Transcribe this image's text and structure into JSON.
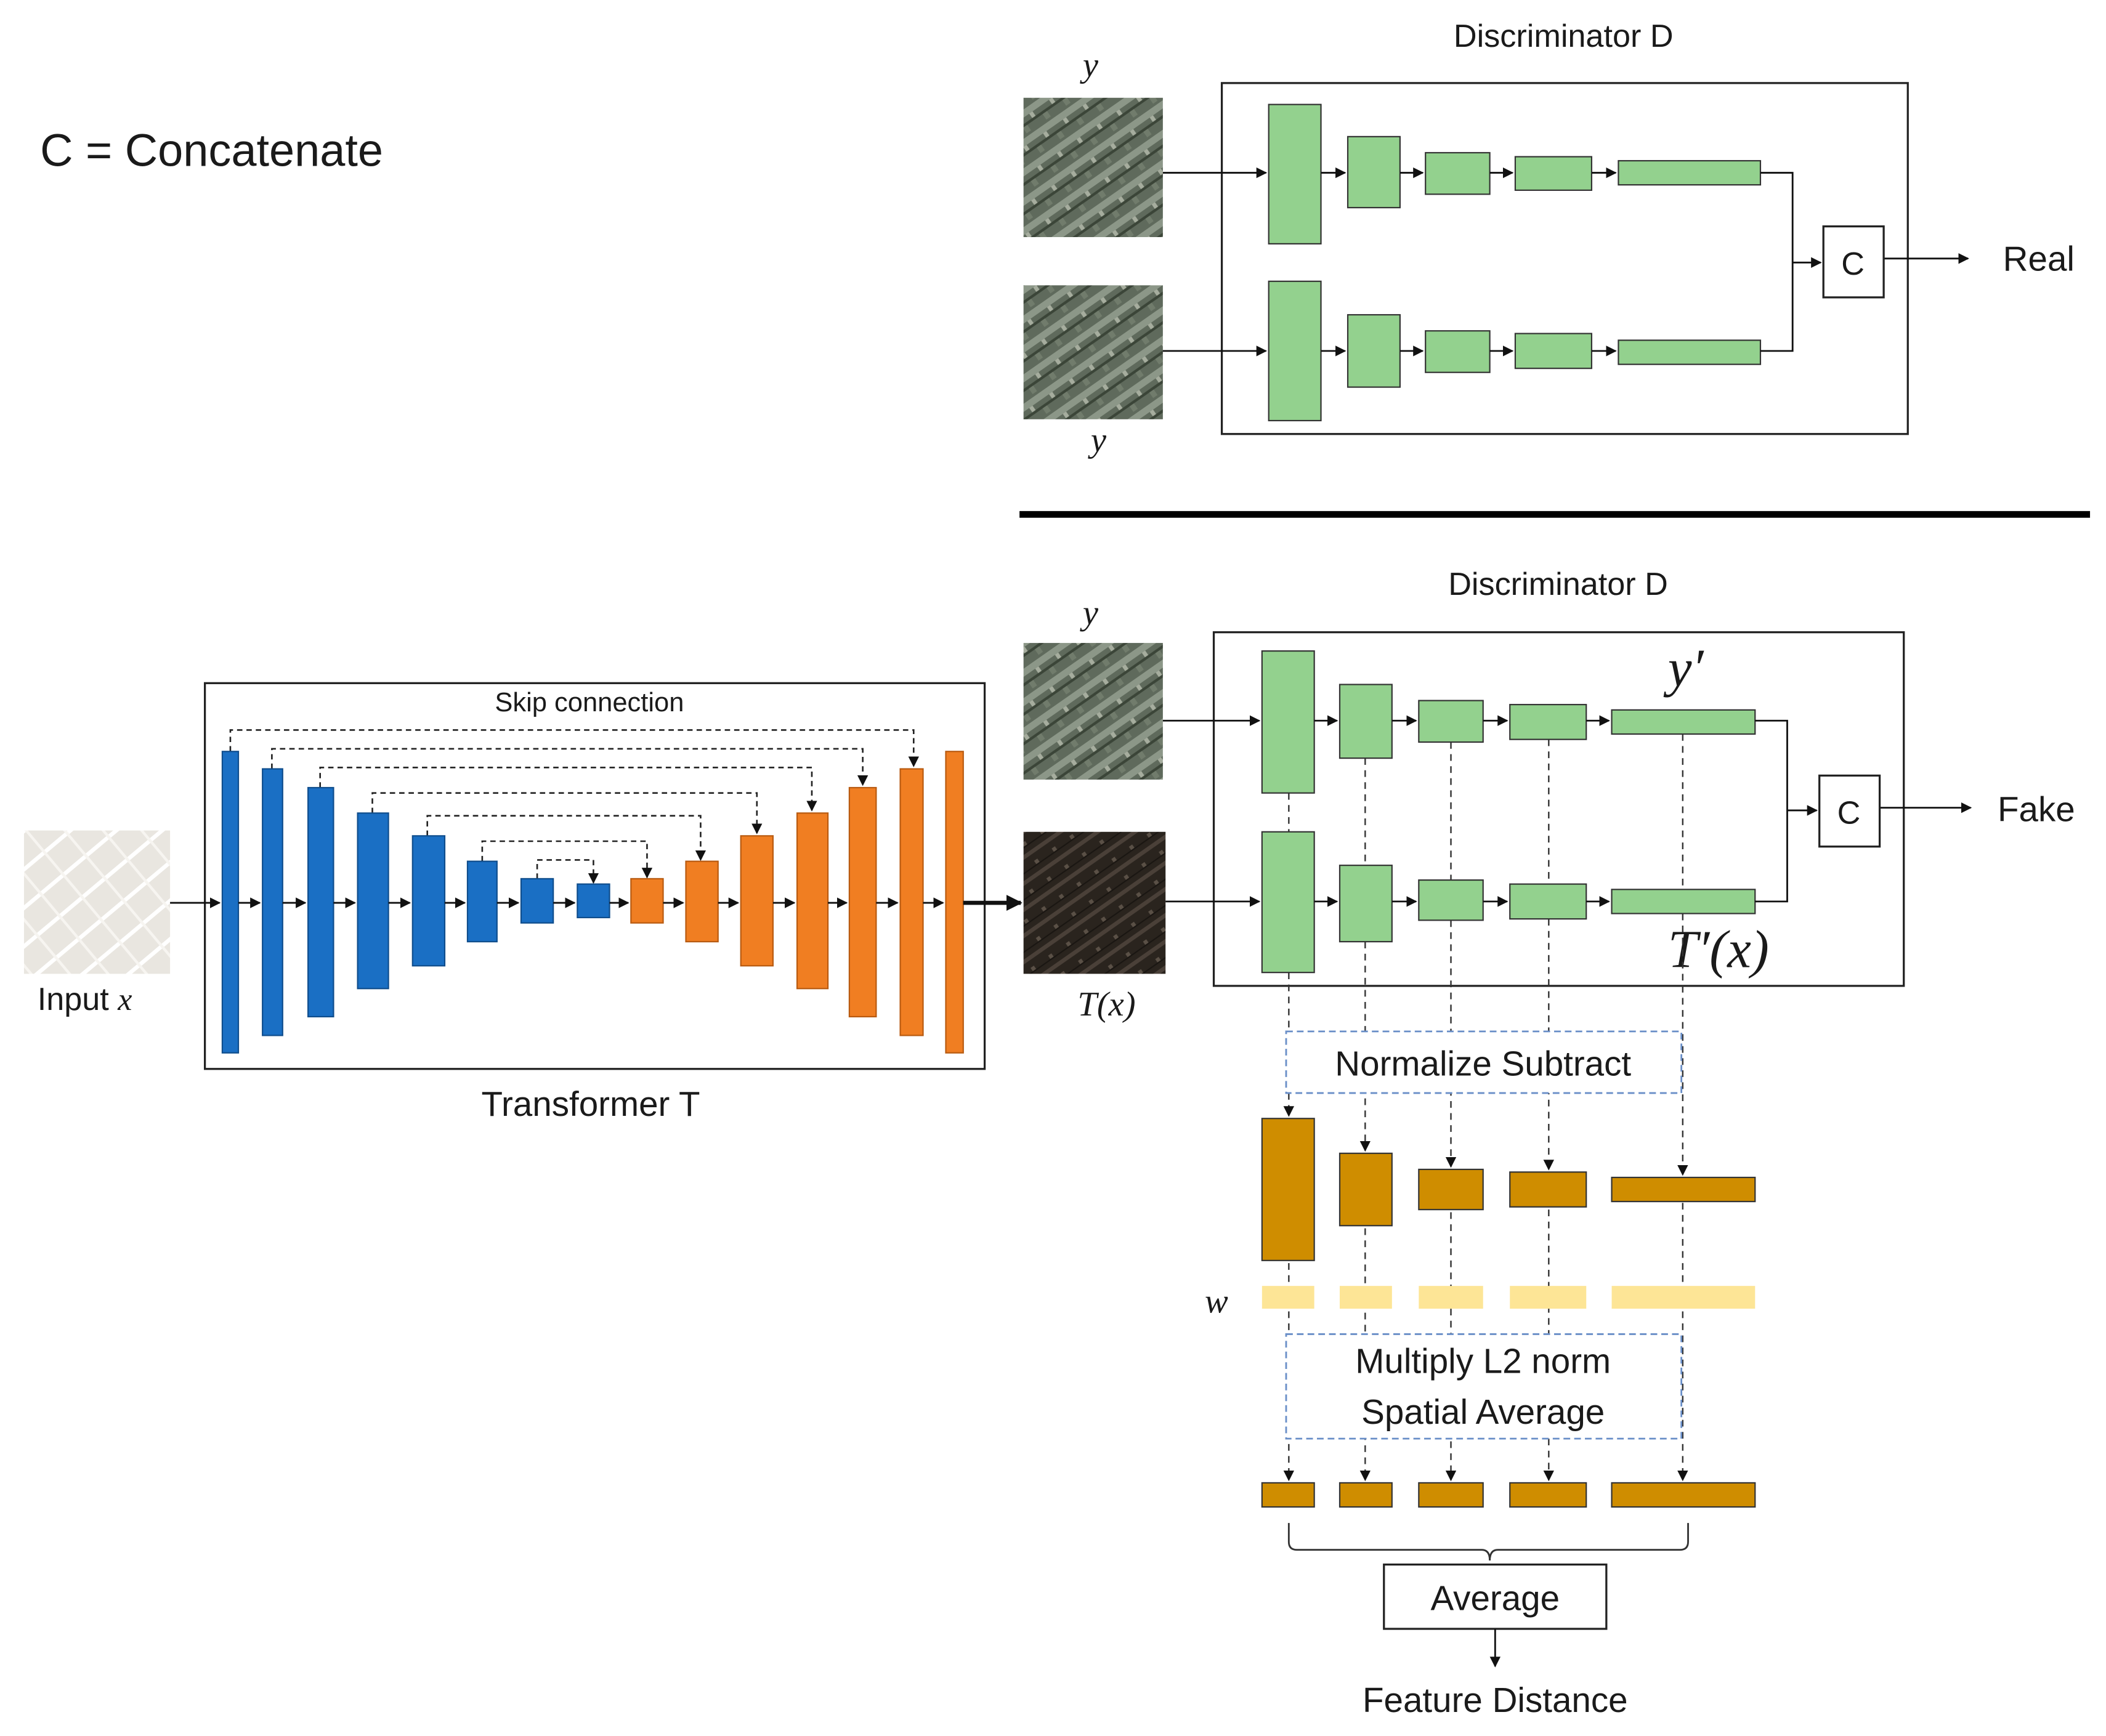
{
  "legend": {
    "text": "C = Concatenate"
  },
  "disc_real": {
    "title": "Discriminator D",
    "input_top_label": "y",
    "input_bottom_label": "y",
    "concat_label": "C",
    "output_label": "Real"
  },
  "disc_fake": {
    "title": "Discriminator D",
    "input_top_label": "y",
    "concat_label": "C",
    "output_label": "Fake",
    "feature_top_label": "y′",
    "feature_bottom_label": "T′(x)"
  },
  "transformer": {
    "skip_label": "Skip connection",
    "name": "Transformer T"
  },
  "input_label": {
    "text": "Input ",
    "var": "x"
  },
  "output_image_label": "T(x)",
  "normalize_label": "Normalize Subtract",
  "weights_label": "w",
  "multiply_label_line1": "Multiply L2 norm",
  "multiply_label_line2": "Spatial Average",
  "average_label": "Average",
  "result_label": "Feature Distance",
  "colors": {
    "encoder_blue": "#1a6fc4",
    "decoder_orange": "#f07e22",
    "disc_green": "#93d18e",
    "feature_gold": "#cf8d00",
    "weight_yellow": "#fde596",
    "dashed_box_blue": "#6a8fc8",
    "sat_gray": "#5f6a5c",
    "sat_dark": "#2a241e",
    "map_light": "#e9e6e0"
  }
}
